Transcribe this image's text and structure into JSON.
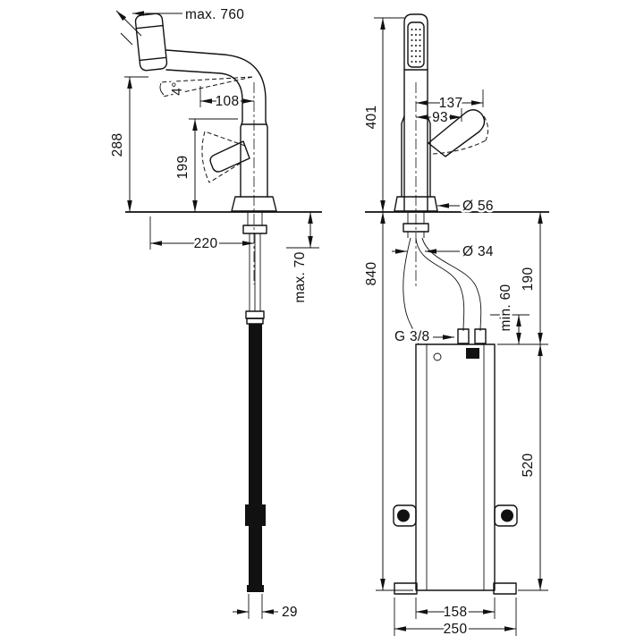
{
  "drawing": {
    "left": {
      "pullout_length": "max. 760",
      "tilt_angle": "4°",
      "outlet_offset": "108",
      "spout_height": "288",
      "clearance_height": "199",
      "reach": "220",
      "deck_thickness": "max. 70",
      "hose_width": "29"
    },
    "right": {
      "total_height": "401",
      "handle_length": "137",
      "handle_projection": "93",
      "base_diameter": "Ø 56",
      "shank_diameter": "Ø 34",
      "hose_length": "840",
      "min_clearance": "min. 60",
      "top_offset": "190",
      "thread": "G 3/8",
      "box_height": "520",
      "box_width": "158",
      "base_width": "250"
    }
  }
}
